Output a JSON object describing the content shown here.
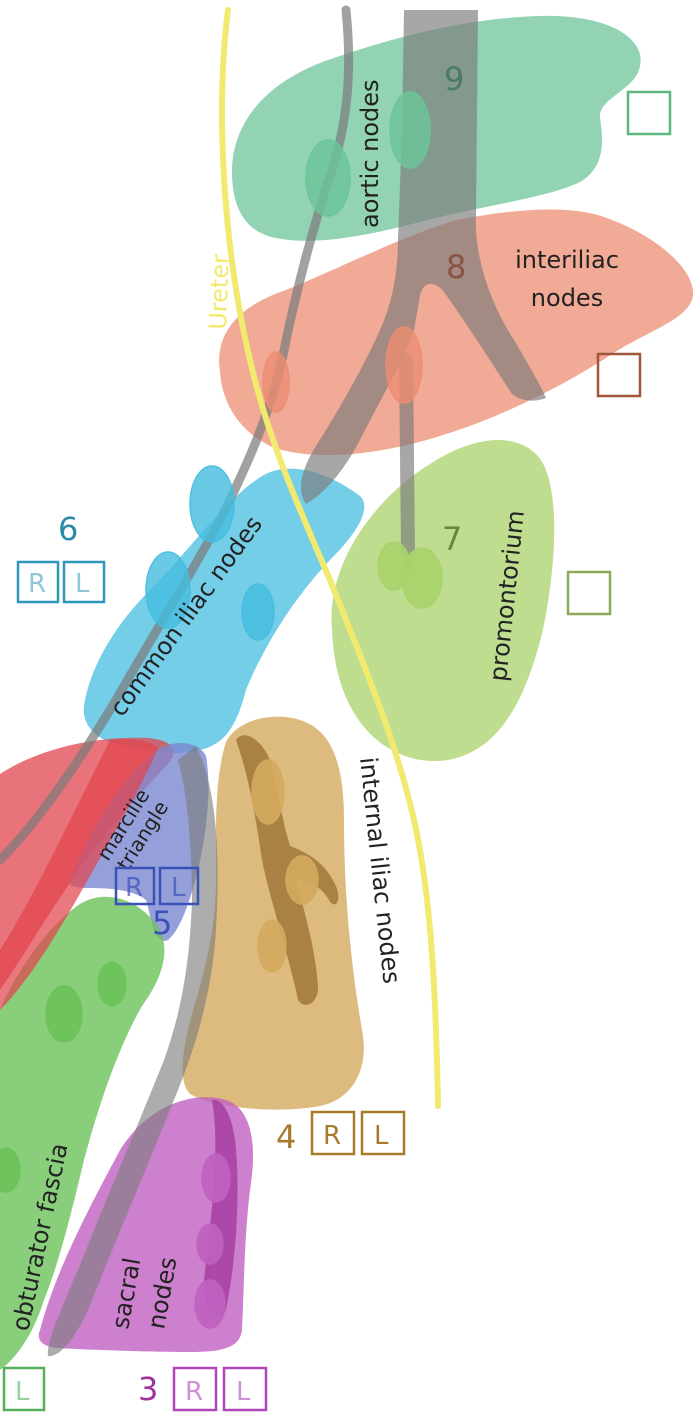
{
  "colors": {
    "aortic": "#6cc49a",
    "interiliac": "#ec8d72",
    "promontorium": "#a9d16a",
    "common_iliac": "#45bde0",
    "marcille": "#7b87d1",
    "internal_iliac": "#d4aa5e",
    "obturator": "#6cc25a",
    "sacral": "#c060c0",
    "red_vessel": "#e2444e",
    "gray_vessel": "#7d7d7d",
    "ureter": "#f1ea6e",
    "label_9": "#4c7a66",
    "label_8": "#8a5345",
    "label_7": "#6a8740",
    "label_6": "#2a8ba8",
    "label_5": "#3a52b8",
    "label_4": "#a67a2a",
    "label_3": "#a0309a",
    "box_9": "#5cb87e",
    "box_8": "#a0553d",
    "box_7": "#8bab5a",
    "box_6": "#2e98b8",
    "box_5": "#3a52b8",
    "box_4": "#a77b2a",
    "box_3": "#b046b8",
    "box_obturator": "#56b05a"
  },
  "labels": {
    "ureter": "Ureter",
    "aortic": "aortic nodes",
    "interiliac_line1": "interiliac",
    "interiliac_line2": "nodes",
    "promontorium": "promontorium",
    "common_iliac": "common iliac nodes",
    "marcille_line1": "marcille",
    "marcille_line2": "triangle",
    "internal_iliac": "internal iliac nodes",
    "obturator": "obturator fascia",
    "sacral_line1": "sacral",
    "sacral_line2": "nodes"
  },
  "numbers": {
    "n9": "9",
    "n8": "8",
    "n7": "7",
    "n6": "6",
    "n5": "5",
    "n4": "4",
    "n3": "3"
  },
  "boxes": {
    "right": "R",
    "left": "L"
  }
}
